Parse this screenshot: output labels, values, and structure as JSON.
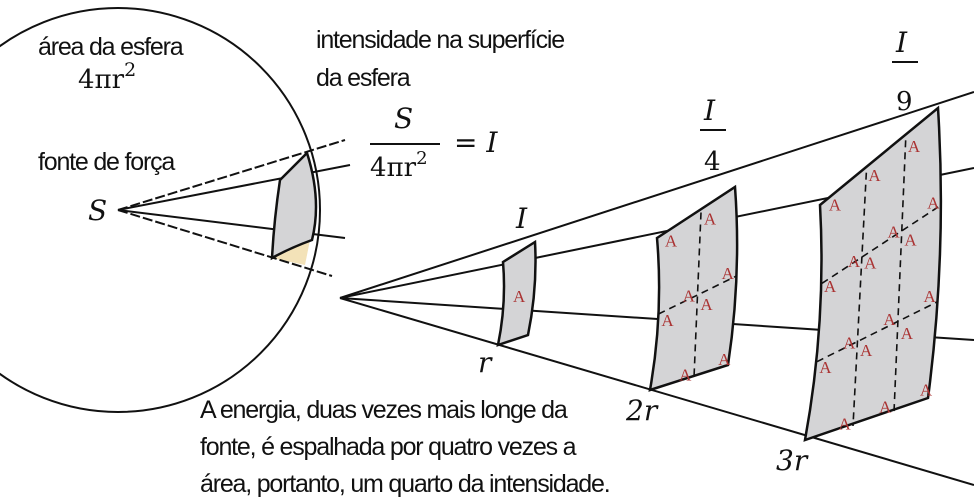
{
  "labels": {
    "sphere_area": "área da esfera",
    "sphere_area_formula": "4πr",
    "sphere_area_exp": "2",
    "source_label": "fonte de força",
    "source_symbol": "S",
    "intensity_title_1": "intensidade na superfície",
    "intensity_title_2": "da esfera",
    "formula_num": "S",
    "formula_den": "4πr",
    "formula_den_exp": "2",
    "formula_rhs": "= I",
    "panel1_intensity": "I",
    "panel2_num": "I",
    "panel2_den": "4",
    "panel3_num": "I",
    "panel3_den": "9",
    "dist1": "r",
    "dist2": "2r",
    "dist3": "3r",
    "area_unit": "A",
    "caption_1": "A energia, duas vezes mais longe da",
    "caption_2": "fonte, é espalhada por quatro vezes a",
    "caption_3": "área, portanto, um quarto da intensidade."
  },
  "colors": {
    "panel_fill": "#d4d4d6",
    "area_label": "#aa3333",
    "wedge_highlight": "#f3e2b8"
  }
}
